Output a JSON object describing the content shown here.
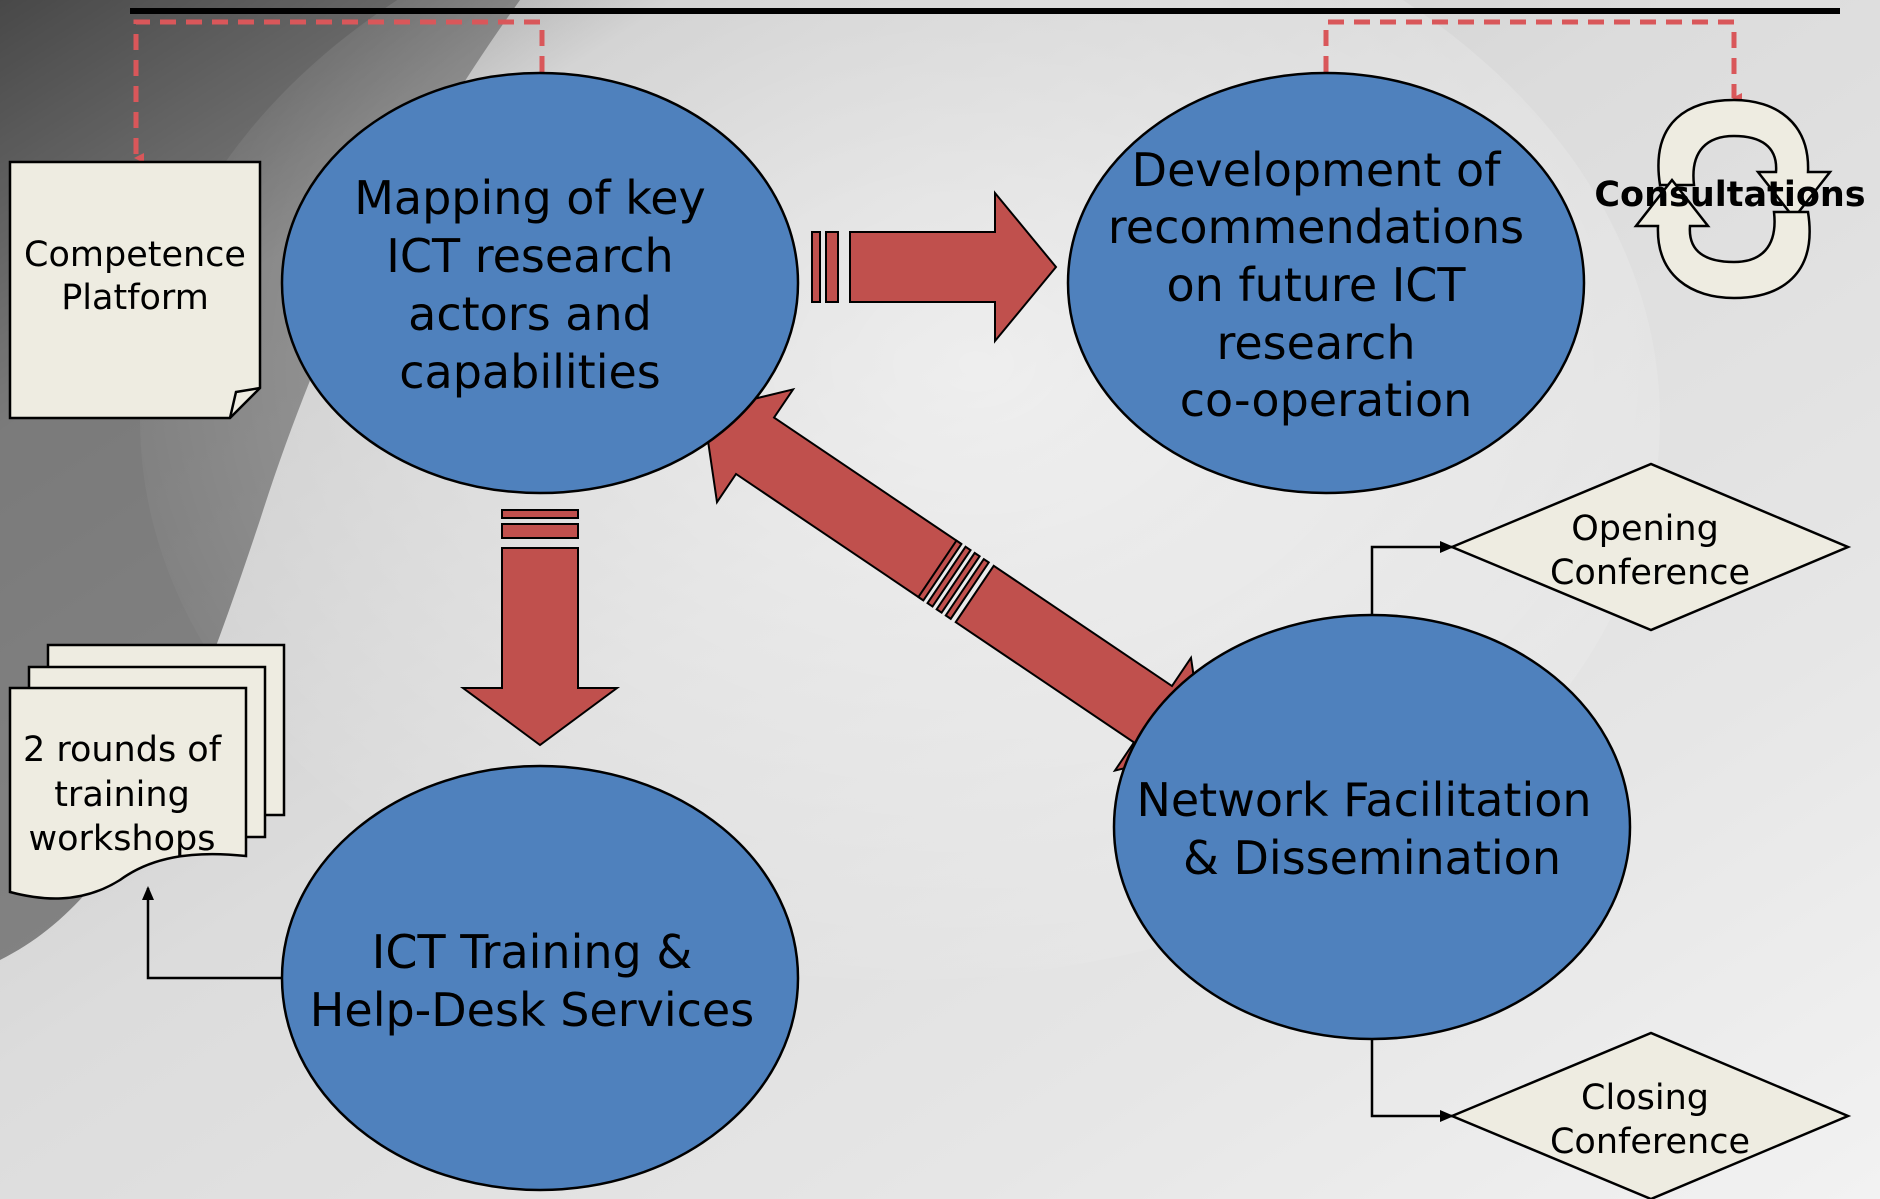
{
  "colors": {
    "ellipse_fill": "#4F81BD",
    "arrow_fill": "#C0504D",
    "doc_fill": "#EEECE1",
    "dashed_line": "#D9575A",
    "outline": "#000000"
  },
  "nodes": {
    "mapping": {
      "lines": [
        "Mapping of key",
        "ICT research",
        "actors and",
        "capabilities"
      ]
    },
    "development": {
      "lines": [
        "Development of",
        "recommendations",
        "on future ICT",
        "research",
        "co-operation"
      ]
    },
    "training": {
      "lines": [
        "ICT Training &",
        "Help-Desk Services"
      ]
    },
    "network": {
      "lines": [
        "Network Facilitation",
        "& Dissemination"
      ]
    }
  },
  "documents": {
    "competence": {
      "lines": [
        "Competence",
        "Platform"
      ]
    },
    "workshops": {
      "lines": [
        "2 rounds of",
        "training",
        "workshops"
      ]
    }
  },
  "decisions": {
    "opening": {
      "lines": [
        "Opening",
        "Conference"
      ]
    },
    "closing": {
      "lines": [
        "Closing",
        "Conference"
      ]
    }
  },
  "cycle": {
    "label": "Consultations",
    "icon": "circular-arrows-icon"
  }
}
